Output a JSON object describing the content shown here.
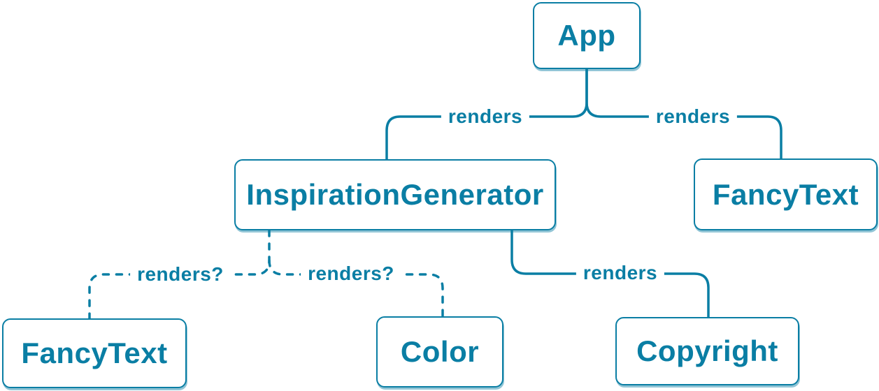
{
  "diagram": {
    "type": "tree",
    "accent_color": "#0a7ea4",
    "node_background": "#ffffff",
    "nodes": [
      {
        "id": "app",
        "label": "App"
      },
      {
        "id": "inspiration-generator",
        "label": "InspirationGenerator"
      },
      {
        "id": "fancy-text-top",
        "label": "FancyText"
      },
      {
        "id": "fancy-text-bottom",
        "label": "FancyText"
      },
      {
        "id": "color",
        "label": "Color"
      },
      {
        "id": "copyright",
        "label": "Copyright"
      }
    ],
    "edges": [
      {
        "from": "app",
        "to": "inspiration-generator",
        "label": "renders",
        "style": "solid"
      },
      {
        "from": "app",
        "to": "fancy-text-top",
        "label": "renders",
        "style": "solid"
      },
      {
        "from": "inspiration-generator",
        "to": "fancy-text-bottom",
        "label": "renders?",
        "style": "dashed"
      },
      {
        "from": "inspiration-generator",
        "to": "color",
        "label": "renders?",
        "style": "dashed"
      },
      {
        "from": "inspiration-generator",
        "to": "copyright",
        "label": "renders",
        "style": "solid"
      }
    ]
  }
}
